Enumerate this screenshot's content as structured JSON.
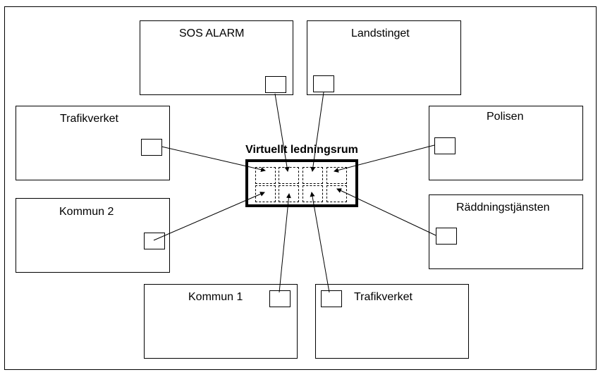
{
  "diagram": {
    "title": "Virtuellt ledningsrum",
    "nodes": {
      "sos_alarm": "SOS ALARM",
      "landstinget": "Landstinget",
      "trafikverket_left": "Trafikverket",
      "polisen": "Polisen",
      "kommun_2": "Kommun 2",
      "raddningstjansten": "Räddningstjänsten",
      "kommun_1": "Kommun 1",
      "trafikverket_bottom": "Trafikverket"
    }
  }
}
